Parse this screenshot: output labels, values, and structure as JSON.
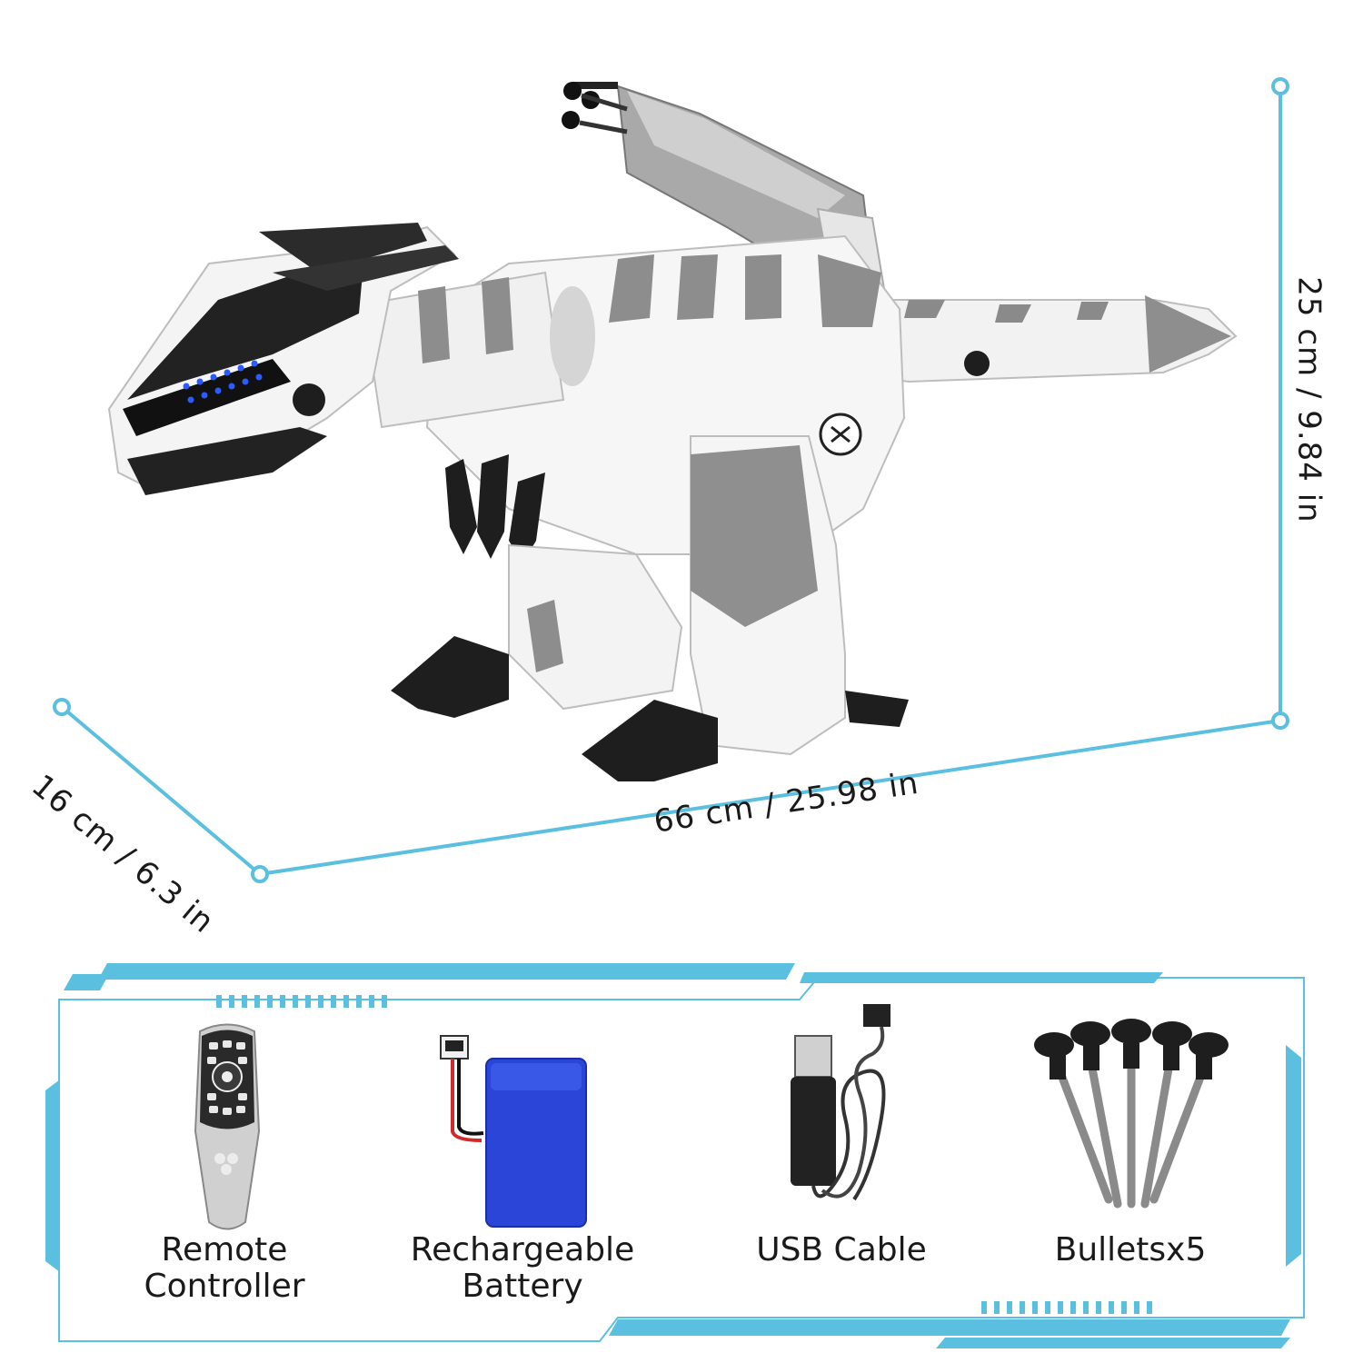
{
  "dimensions": {
    "height": "25 cm / 9.84 in",
    "length": "66 cm / 25.98 in",
    "width": "16 cm / 6.3 in"
  },
  "accessories": [
    {
      "label_line1": "Remote",
      "label_line2": "Controller",
      "icon": "remote-controller-icon"
    },
    {
      "label_line1": "Rechargeable",
      "label_line2": "Battery",
      "icon": "battery-icon"
    },
    {
      "label_line1": "USB Cable",
      "label_line2": "",
      "icon": "usb-cable-icon"
    },
    {
      "label_line1": "Bulletsx5",
      "label_line2": "",
      "icon": "bullets-icon"
    }
  ],
  "colors": {
    "accent": "#5bbfe0",
    "robot_white": "#f4f4f4",
    "robot_gray": "#9a9a9a",
    "robot_black": "#1e1e1e",
    "led_blue": "#2a5bff",
    "battery_blue": "#2a45d8"
  }
}
